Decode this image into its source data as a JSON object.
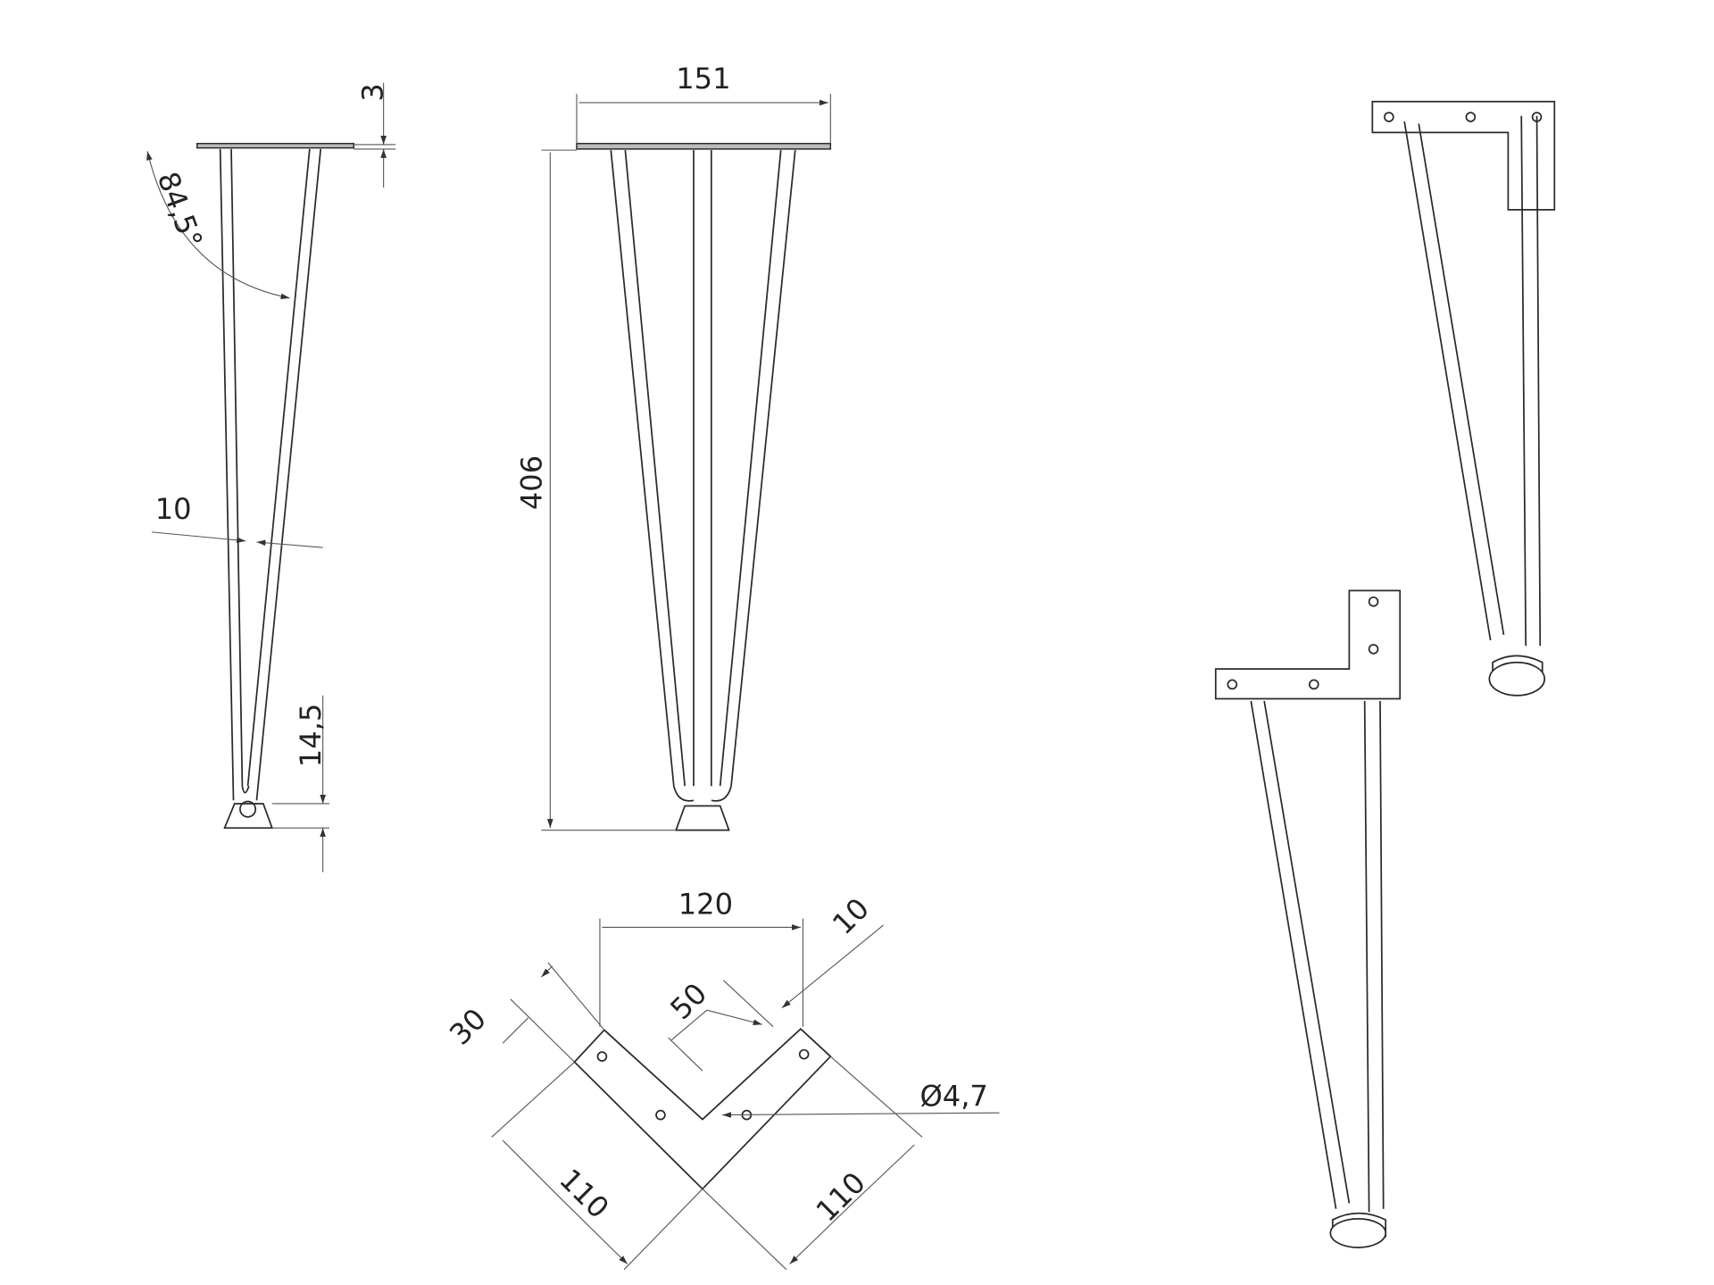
{
  "drawing": {
    "side_view": {
      "plate_thickness": "3",
      "angle": "84,5°",
      "rod_spacing": "10",
      "foot_height": "14,5"
    },
    "front_view": {
      "width": "151",
      "height": "406"
    },
    "plate_view": {
      "span": "120",
      "edge_offset": "10",
      "hole_offset": "50",
      "arm_width": "30",
      "hole_diameter": "Ø4,7",
      "arm_length_left": "110",
      "arm_length_right": "110"
    }
  },
  "colors": {
    "line": "#2a2a2a",
    "background": "#ffffff"
  }
}
